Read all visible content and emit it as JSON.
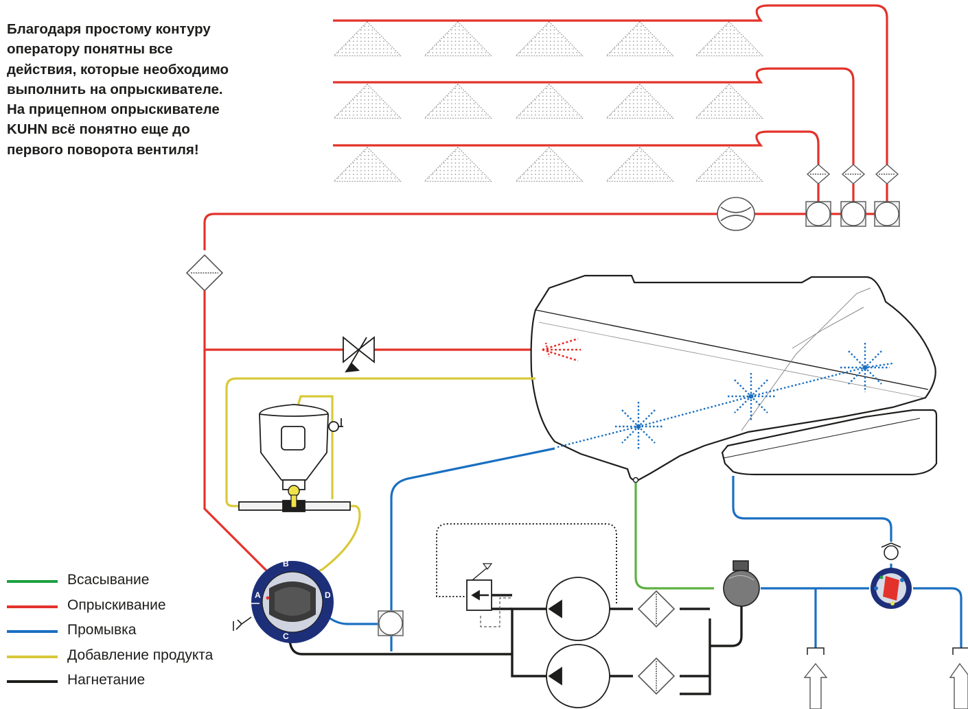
{
  "intro_lines": [
    "Благодаря простому контуру",
    "оператору понятны все",
    "действия, которые необходимо",
    "выполнить на опрыскивателе.",
    "На прицепном опрыскивателе",
    "KUHN всё понятно еще до",
    "первого поворота вентиля!"
  ],
  "legend": [
    {
      "label": "Всасывание",
      "color": "#1aa040"
    },
    {
      "label": "Опрыскивание",
      "color": "#e3322b"
    },
    {
      "label": "Промывка",
      "color": "#1a6fc1"
    },
    {
      "label": "Добавление продукта",
      "color": "#d8c93a"
    },
    {
      "label": "Нагнетание",
      "color": "#1d1d1b"
    }
  ],
  "valve_letters": [
    "A",
    "B",
    "C",
    "D"
  ],
  "colors": {
    "suction": "#5cb040",
    "spraying": "#e3322b",
    "rinsing": "#1a6fc1",
    "product": "#d8c93a",
    "pressure": "#1d1d1b",
    "valve_body": "#1e2f7a"
  },
  "icons": [
    "nozzle-fan-icon",
    "flow-meter-icon",
    "filter-icon",
    "section-valve-icon",
    "pump-icon",
    "three-way-valve-icon",
    "check-valve-icon",
    "pressure-regulator-icon",
    "inlet-arrow-icon"
  ]
}
